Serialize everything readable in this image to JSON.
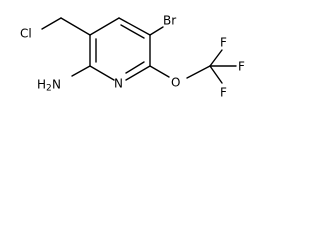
{
  "molecule": {
    "atoms": {
      "cl": "Cl",
      "br": "Br",
      "n_ring": "N",
      "o": "O",
      "nh2_main": "H",
      "nh2_n": "N",
      "nh2_sub": "2",
      "f_upper": "F",
      "f_lower": "F",
      "f_right": "F"
    }
  }
}
